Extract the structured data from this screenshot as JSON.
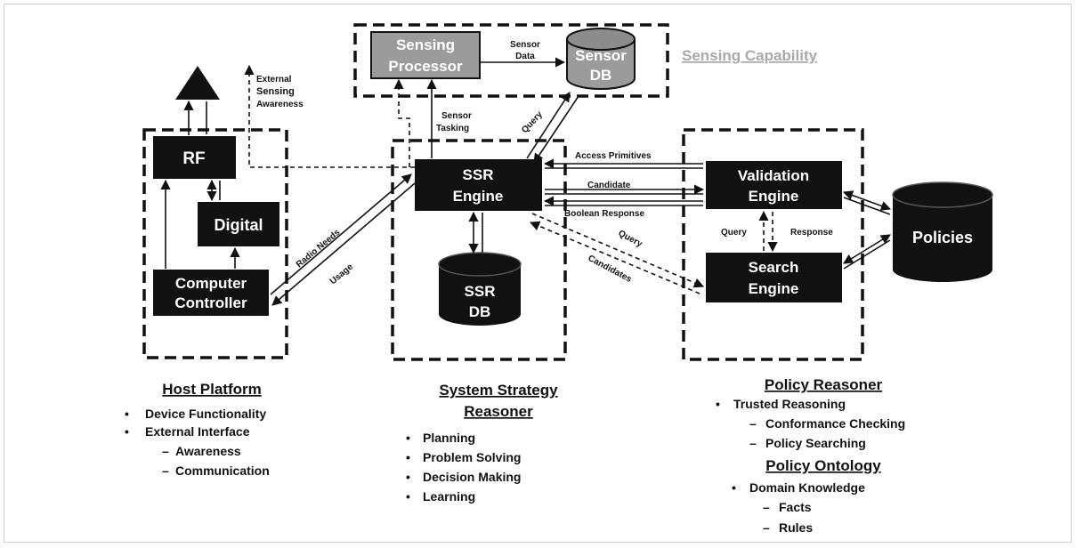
{
  "colors": {
    "box": "#111111",
    "gray_box": "#9b9b9b",
    "dash": "#111111",
    "gray_title": "#a9a9a9"
  },
  "sensing": {
    "title": "Sensing Capability",
    "processor": [
      "Sensing",
      "Processor"
    ],
    "db": [
      "Sensor",
      "DB"
    ],
    "sensor_data": [
      "Sensor",
      "Data"
    ]
  },
  "host": {
    "rf": "RF",
    "digital": "Digital",
    "controller": [
      "Computer",
      "Controller"
    ],
    "external_sensing": [
      "External",
      "Sensing",
      "Awareness"
    ]
  },
  "ssr": {
    "engine": [
      "SSR",
      "Engine"
    ],
    "db": [
      "SSR",
      "DB"
    ],
    "sensor_tasking": [
      "Sensor",
      "Tasking"
    ],
    "query": "Query"
  },
  "links": {
    "radio_needs": "Radio Needs",
    "usage": "Usage",
    "access_primitives": "Access Primitives",
    "candidate": "Candidate",
    "boolean_response": "Boolean Response",
    "query": "Query",
    "candidates": "Candidates"
  },
  "policy": {
    "validation": [
      "Validation",
      "Engine"
    ],
    "search": [
      "Search",
      "Engine"
    ],
    "policies": "Policies",
    "query": "Query",
    "response": "Response"
  },
  "captions": {
    "host": {
      "title": "Host Platform",
      "items": [
        "Device Functionality",
        "External Interface"
      ],
      "subitems": [
        "Awareness",
        "Communication"
      ]
    },
    "strategy": {
      "title": [
        "System Strategy",
        "Reasoner"
      ],
      "items": [
        "Planning",
        "Problem Solving",
        "Decision Making",
        "Learning"
      ]
    },
    "policy": {
      "title": "Policy Reasoner",
      "items": [
        "Trusted Reasoning"
      ],
      "subitems": [
        "Conformance Checking",
        "Policy Searching"
      ],
      "ontology_title": "Policy Ontology",
      "ontology_items": [
        "Domain Knowledge"
      ],
      "ontology_subitems": [
        "Facts",
        "Rules"
      ]
    }
  }
}
